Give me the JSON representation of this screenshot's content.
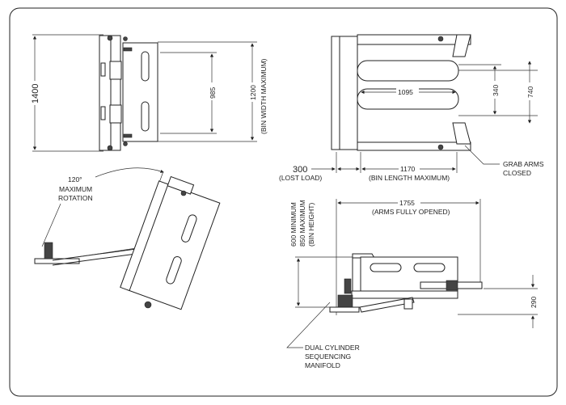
{
  "title": "Bin grab attachment dimensional drawing",
  "top_view": {
    "overall_width": "1400",
    "inner_width": "985",
    "bin_width": "1200",
    "bin_width_note": "(BIN WIDTH MAXIMUM)"
  },
  "rotation_view": {
    "angle": "120°",
    "line2": "MAXIMUM",
    "line3": "ROTATION"
  },
  "plan_view": {
    "arm_length": "1095",
    "arm_gap": "340",
    "arm_span": "740",
    "lost_load": "300",
    "lost_load_note": "(LOST LOAD)",
    "bin_length": "1170",
    "bin_length_note": "(BIN LENGTH MAXIMUM)",
    "grab_arms_line1": "GRAB ARMS",
    "grab_arms_line2": "CLOSED"
  },
  "side_view": {
    "opened_length": "1755",
    "opened_note": "(ARMS FULLY OPENED)",
    "bin_height_min": "600 MINIMUM",
    "bin_height_max": "850 MAXIMUM",
    "bin_height_note": "(BIN HEIGHT)",
    "ground_clearance": "290",
    "manifold_line1": "DUAL CYLINDER",
    "manifold_line2": "SEQUENCING",
    "manifold_line3": "MANIFOLD"
  }
}
